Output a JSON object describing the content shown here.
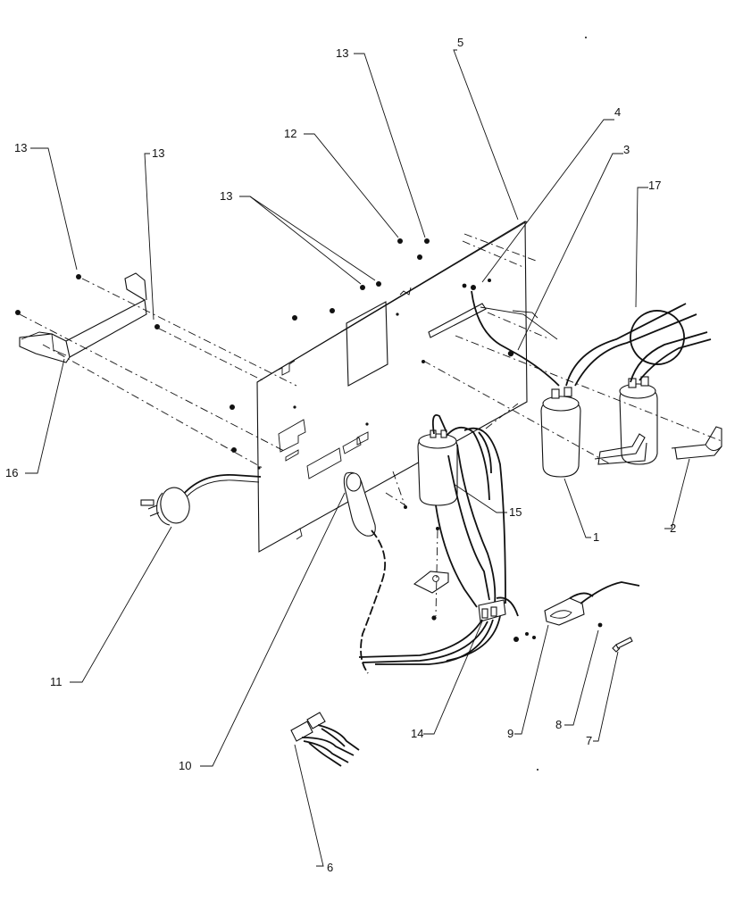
{
  "callouts": {
    "c1": "1",
    "c2": "2",
    "c3": "3",
    "c4": "4",
    "c5": "5",
    "c6": "6",
    "c7": "7",
    "c8": "8",
    "c9": "9",
    "c10": "10",
    "c11": "11",
    "c12": "12",
    "c13a": "13",
    "c13b": "13",
    "c13c": "13",
    "c13d": "13",
    "c14": "14",
    "c15": "15",
    "c16": "16",
    "c17": "17"
  }
}
